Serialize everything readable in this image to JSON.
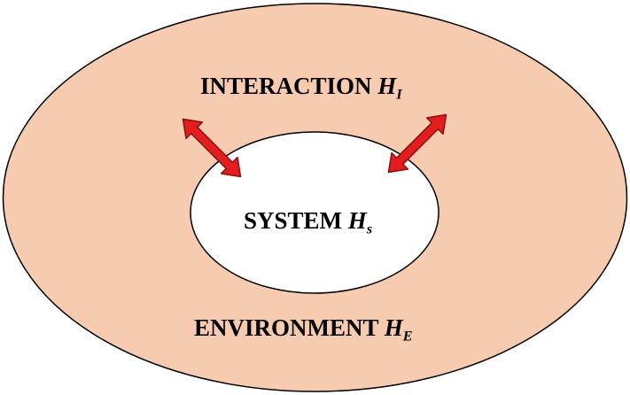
{
  "diagram": {
    "interaction": {
      "text": "INTERACTION",
      "symbol": "H",
      "subscript": "I"
    },
    "system": {
      "text": "SYSTEM",
      "symbol": "H",
      "subscript": "s"
    },
    "environment": {
      "text": "ENVIRONMENT",
      "symbol": "H",
      "subscript": "E"
    }
  },
  "colors": {
    "environment_fill": "#f7cbb0",
    "outline": "#000000",
    "system_fill": "#ffffff",
    "arrow_fill": "#e41e1e",
    "arrow_stroke": "#8a1010"
  },
  "icons": [
    "double-arrow-left",
    "double-arrow-right"
  ]
}
